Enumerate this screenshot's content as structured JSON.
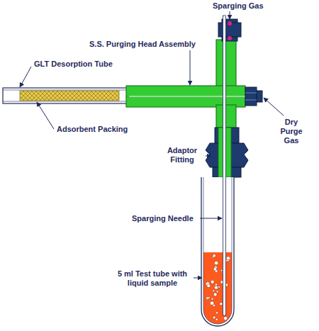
{
  "diagram": {
    "labels": [
      "Sparging Gas",
      "S.S. Purging Head Assembly",
      "GLT Desorption Tube",
      "Adsorbent Packing",
      "Dry Purge Gas",
      "Adaptor Fitting",
      "Sparging Needle",
      "5 ml Test tube with liquid sample"
    ]
  }
}
